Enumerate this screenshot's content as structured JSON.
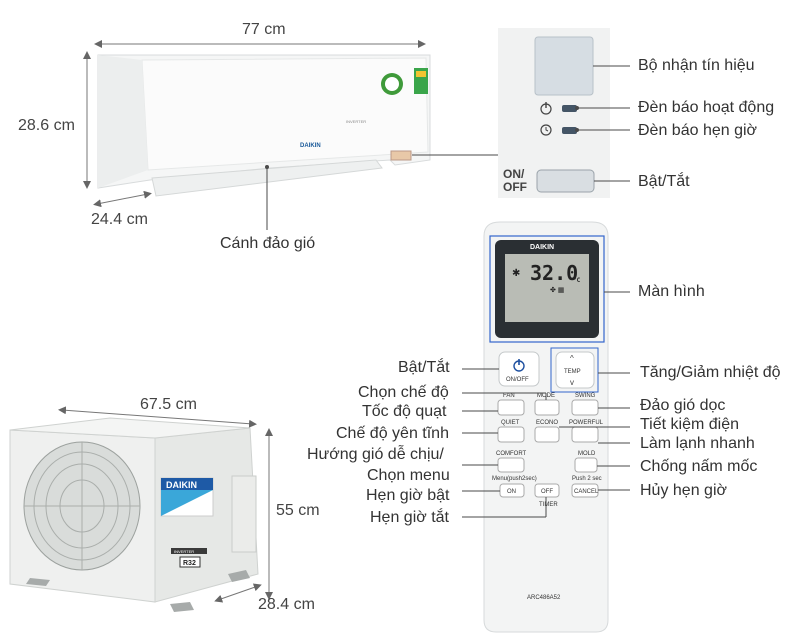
{
  "dimensions": {
    "indoor_width": "77 cm",
    "indoor_height": "28.6 cm",
    "indoor_depth": "24.4 cm",
    "outdoor_width": "67.5 cm",
    "outdoor_height": "55 cm",
    "outdoor_depth": "28.4 cm"
  },
  "indoor_labels": {
    "louver": "Cánh đảo gió"
  },
  "panel_labels": {
    "receiver": "Bộ nhận tín hiệu",
    "operation_lamp": "Đèn báo hoạt động",
    "timer_lamp": "Đèn báo hẹn giờ",
    "onoff": "Bật/Tắt",
    "onoff_text_top": "ON/",
    "onoff_text_bottom": "OFF"
  },
  "remote_callouts_left": {
    "onoff": "Bật/Tắt",
    "mode": "Chọn chế độ",
    "fan": "Tốc độ quạt",
    "quiet": "Chế độ yên tĩnh",
    "comfort_line1": "Hướng gió dễ chịu/",
    "comfort_line2": "Chọn menu",
    "timer_on": "Hẹn giờ bật",
    "timer_off": "Hẹn giờ tắt"
  },
  "remote_callouts_right": {
    "screen": "Màn hình",
    "temp": "Tăng/Giảm nhiệt độ",
    "swing": "Đảo gió dọc",
    "econo": "Tiết kiệm điện",
    "powerful": "Làm lạnh nhanh",
    "mold": "Chống nấm mốc",
    "cancel": "Hủy hẹn giờ"
  },
  "remote": {
    "brand": "DAIKIN",
    "temperature": "32.0",
    "unit": "°C",
    "onoff_button": "ON/OFF",
    "temp_button": "TEMP",
    "fan": "FAN",
    "mode": "MODE",
    "swing": "SWING",
    "quiet": "QUIET",
    "econo": "ECONO",
    "powerful": "POWERFUL",
    "comfort": "COMFORT",
    "mold": "MOLD",
    "menu": "Menu(push2sec)",
    "push2sec": "Push 2 sec",
    "on": "ON",
    "off": "OFF",
    "cancel": "CANCEL",
    "timer": "TIMER",
    "model": "ARC486A52"
  },
  "outdoor": {
    "brand": "DAIKIN",
    "refrigerant": "R32",
    "inverter": "INVERTER"
  },
  "indoor": {
    "brand": "DAIKIN",
    "inverter": "INVERTER"
  }
}
